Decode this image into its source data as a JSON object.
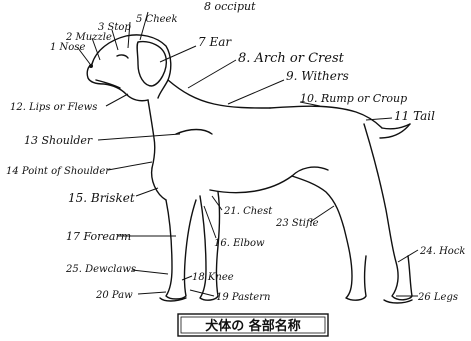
{
  "caption": "犬体の 各部名称",
  "labels": {
    "occiput": "8 occiput",
    "cheek": "5 Cheek",
    "stop": "3 Stop",
    "muzzle": "2 Muzzle",
    "nose": "1 Nose",
    "ear": "7 Ear",
    "arch_or_crest": "8. Arch or Crest",
    "withers": "9. Withers",
    "rump_or_croup": "10. Rump or Croup",
    "tail": "11 Tail",
    "lips_or_flews": "12. Lips or Flews",
    "shoulder": "13 Shoulder",
    "point_of_shoulder": "14 Point of Shoulder",
    "brisket": "15. Brisket",
    "forearm": "17 Forearm",
    "chest": "21. Chest",
    "elbow": "16. Elbow",
    "stifle": "23 Stifle",
    "hock": "24. Hock",
    "dewclaws": "25. Dewclaws",
    "knee": "18 Knee",
    "paw": "20 Paw",
    "pastern": "19 Pastern",
    "legs": "26 Legs"
  }
}
